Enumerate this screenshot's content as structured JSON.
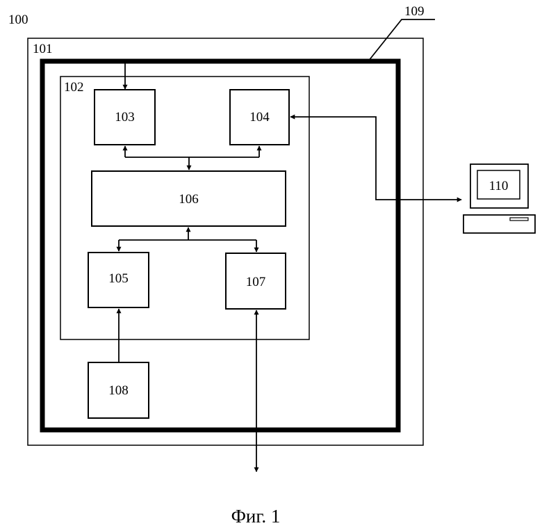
{
  "labels": {
    "system": "100",
    "device": "101",
    "module": "102",
    "block_103": "103",
    "block_104": "104",
    "block_105": "105",
    "block_106": "106",
    "block_107": "107",
    "block_108": "108",
    "housing": "109",
    "computer": "110"
  },
  "caption": "Фиг. 1"
}
